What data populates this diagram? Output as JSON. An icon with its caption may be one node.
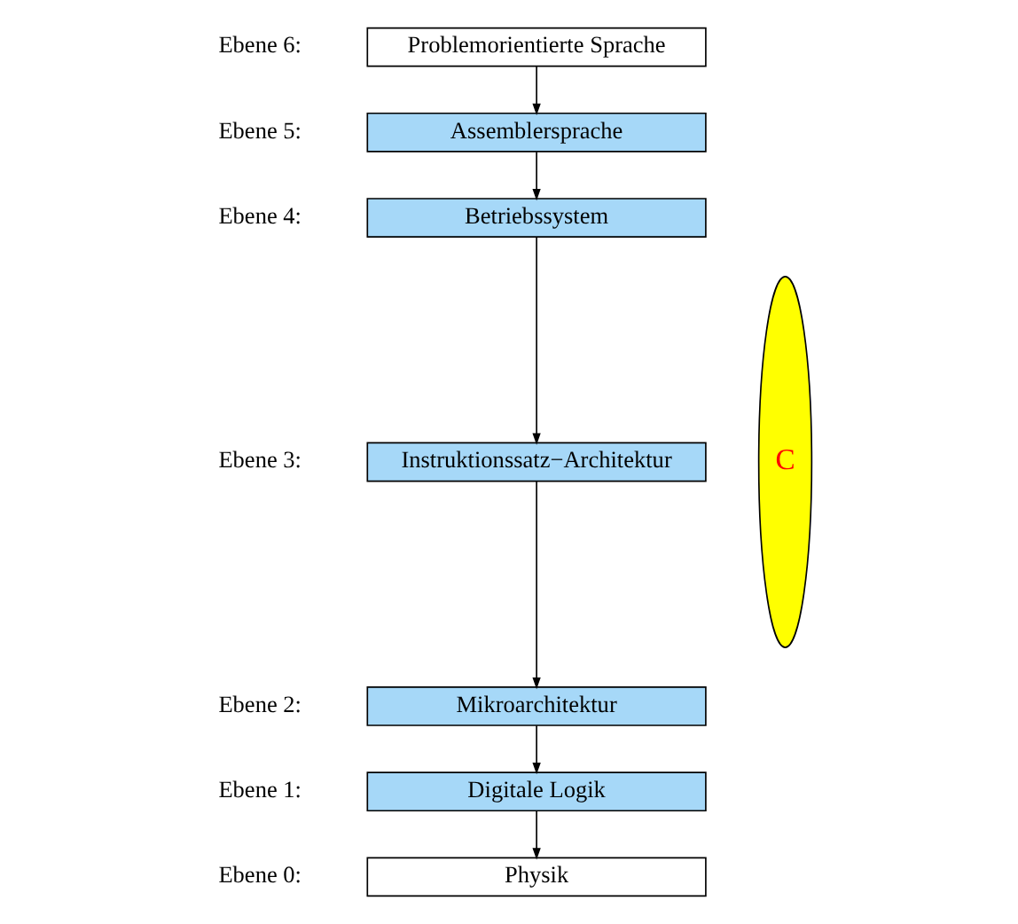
{
  "diagram": {
    "nodes": [
      {
        "text": [
          "Problemorientierte Sprache"
        ],
        "beside": [
          "Ebene 6:"
        ]
      },
      {
        "text": [
          "Assemblersprache"
        ],
        "beside": [
          "Ebene 5:"
        ]
      },
      {
        "text": [
          "Betriebssystem"
        ],
        "beside": [
          "Ebene 4:"
        ]
      },
      {
        "text": [
          "Instruktionssatz−Architektur"
        ],
        "beside": [
          "Ebene 3:"
        ]
      },
      {
        "text": [
          "Mikroarchitektur"
        ],
        "beside": [
          "Ebene 2:"
        ]
      },
      {
        "text": [
          "Digitale Logik"
        ],
        "beside": [
          "Ebene 1:"
        ]
      },
      {
        "text": [
          "Physik"
        ],
        "beside": [
          "Ebene 0:"
        ]
      },
      {
        "text": [
          "C"
        ]
      }
    ],
    "edges": [
      {
        "from": 0,
        "to": 1,
        "arrow": "to"
      },
      {
        "from": 1,
        "to": 2,
        "arrow": "to"
      },
      {
        "from": 2,
        "to": 3,
        "arrow": "to"
      },
      {
        "from": 3,
        "to": 4,
        "arrow": "to"
      },
      {
        "from": 4,
        "to": 5,
        "arrow": "to"
      },
      {
        "from": 5,
        "to": 6,
        "arrow": "to"
      }
    ]
  }
}
